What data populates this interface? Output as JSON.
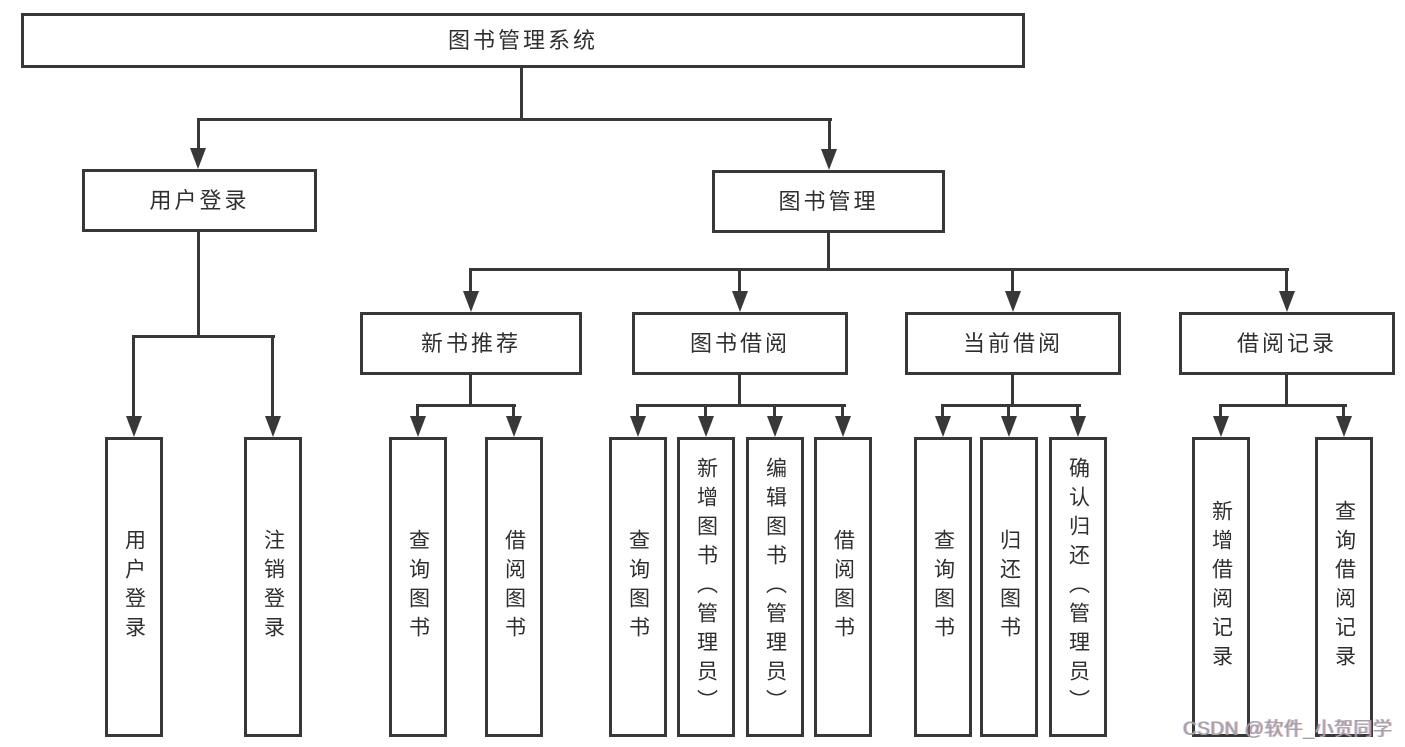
{
  "diagram": {
    "root": {
      "label": "图书管理系统"
    },
    "branches": [
      {
        "label": "用户登录",
        "children": [
          {
            "label": "用户登录"
          },
          {
            "label": "注销登录"
          }
        ]
      },
      {
        "label": "图书管理",
        "children": [
          {
            "label": "新书推荐",
            "children": [
              {
                "label": "查询图书"
              },
              {
                "label": "借阅图书"
              }
            ]
          },
          {
            "label": "图书借阅",
            "children": [
              {
                "label": "查询图书"
              },
              {
                "label": "新增图书（管理员）"
              },
              {
                "label": "编辑图书（管理员）"
              },
              {
                "label": "借阅图书"
              }
            ]
          },
          {
            "label": "当前借阅",
            "children": [
              {
                "label": "查询图书"
              },
              {
                "label": "归还图书"
              },
              {
                "label": "确认归还（管理员）"
              }
            ]
          },
          {
            "label": "借阅记录",
            "children": [
              {
                "label": "新增借阅记录"
              },
              {
                "label": "查询借阅记录"
              }
            ]
          }
        ]
      }
    ],
    "watermark": "CSDN @软件_小贺同学",
    "colors": {
      "line": "#383838",
      "box_bg": "#ffffff",
      "text": "#2f2f2f",
      "watermark": "#a2a2a6"
    }
  }
}
